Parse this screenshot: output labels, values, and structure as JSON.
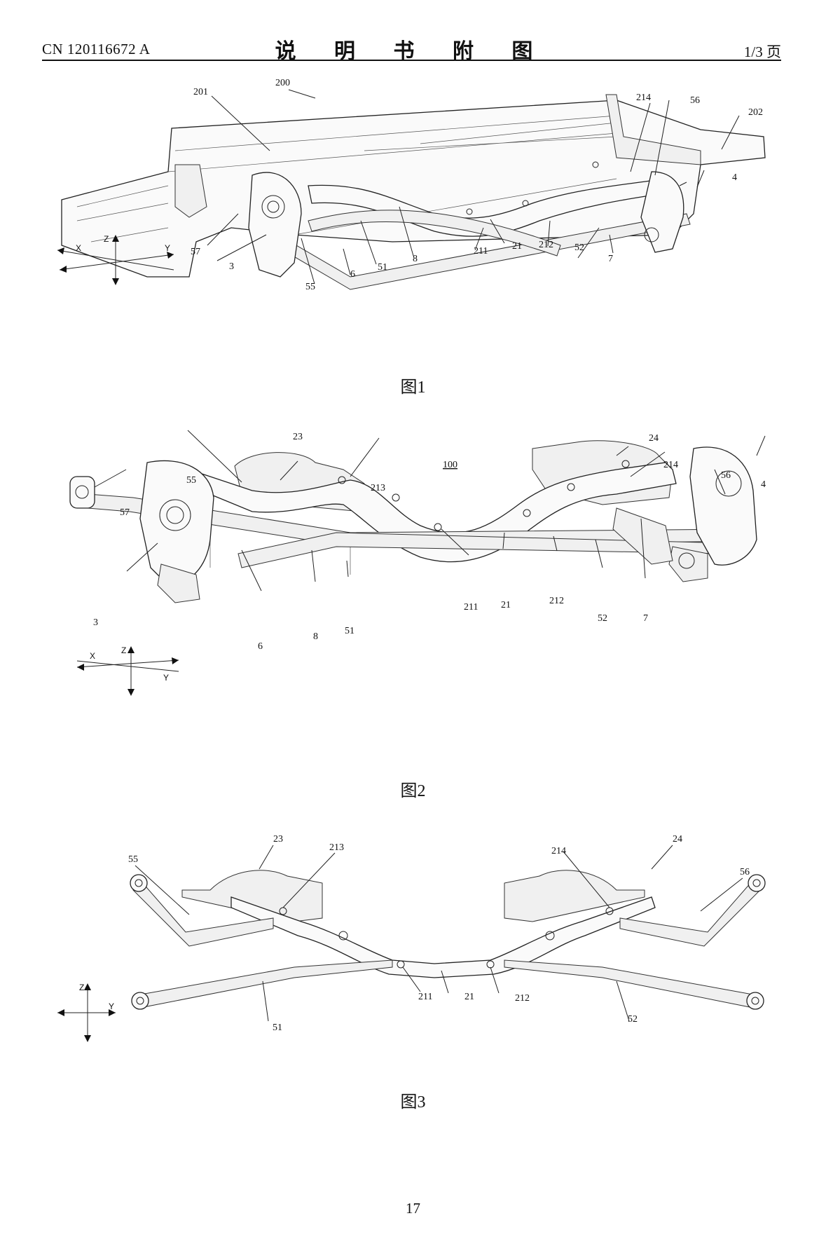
{
  "header": {
    "publication_number": "CN 120116672 A",
    "title": "说 明 书 附 图",
    "page_indicator": "1/3 页"
  },
  "figures": [
    {
      "caption": "图1",
      "axes": {
        "x": "X",
        "y": "Y",
        "z": "Z"
      },
      "labels": [
        "200",
        "201",
        "202",
        "214",
        "56",
        "4",
        "57",
        "3",
        "55",
        "6",
        "51",
        "8",
        "211",
        "21",
        "212",
        "52",
        "7"
      ]
    },
    {
      "caption": "图2",
      "axes": {
        "x": "X",
        "y": "Y",
        "z": "Z"
      },
      "labels": [
        "100",
        "23",
        "24",
        "55",
        "213",
        "214",
        "56",
        "4",
        "57",
        "3",
        "6",
        "8",
        "51",
        "211",
        "21",
        "212",
        "52",
        "7"
      ]
    },
    {
      "caption": "图3",
      "axes": {
        "y": "Y",
        "z": "Z"
      },
      "labels": [
        "23",
        "24",
        "55",
        "213",
        "214",
        "56",
        "211",
        "21",
        "212",
        "51",
        "52"
      ]
    }
  ],
  "page_number": "17"
}
